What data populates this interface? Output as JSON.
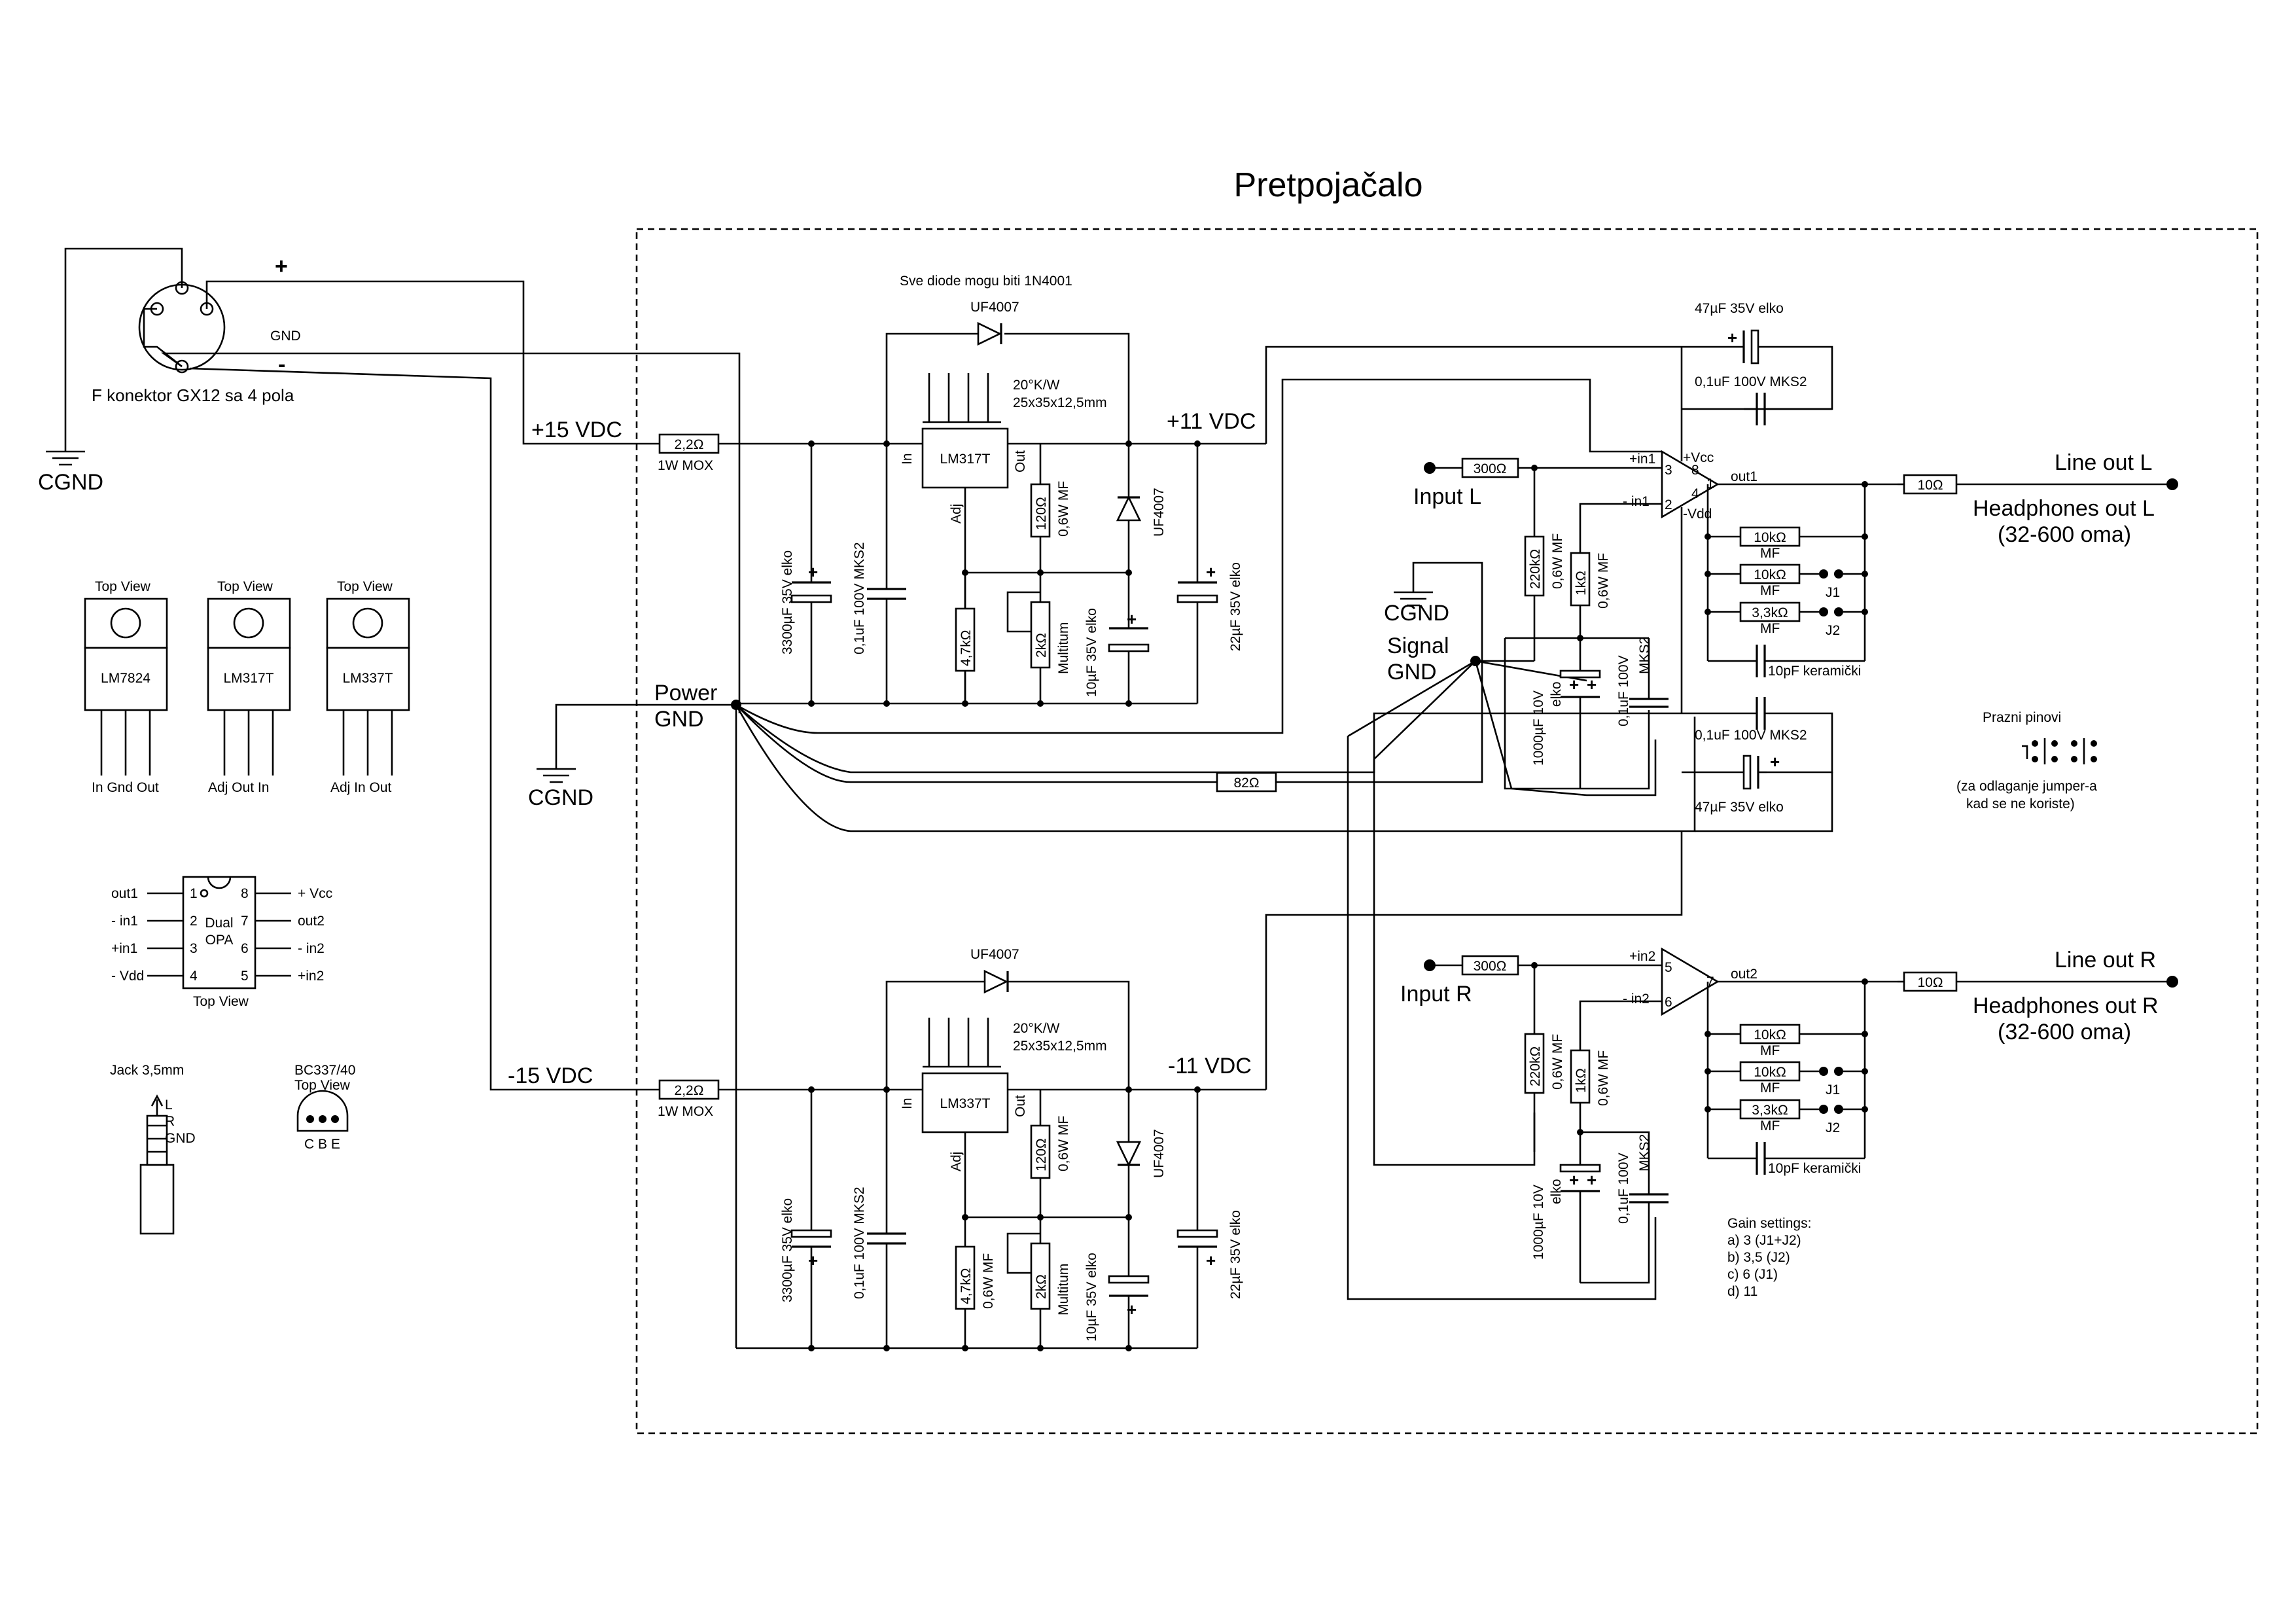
{
  "title": "Pretpojačalo",
  "note_diodes": "Sve diode mogu biti 1N4001",
  "connector": {
    "label": "F konektor GX12 sa 4 pola",
    "plus": "+",
    "minus": "-",
    "gnd": "GND",
    "cgnd": "CGND"
  },
  "rails": {
    "pos_in": "+15 VDC",
    "neg_in": "-15 VDC",
    "pos_out": "+11 VDC",
    "neg_out": "-11 VDC"
  },
  "power_gnd": {
    "line1": "Power",
    "line2": "GND",
    "cgnd": "CGND"
  },
  "pos_reg": {
    "diode": "UF4007",
    "reg": "LM317T",
    "heatsink1": "20°K/W",
    "heatsink2": "25x35x12,5mm",
    "r_in": "2,2Ω",
    "r_in_type": "1W MOX",
    "pin_in": "In",
    "pin_out": "Out",
    "pin_adj": "Adj",
    "c_big": "3300µF 35V elko",
    "c_film": "0,1uF 100V MKS2",
    "r_adj": "120Ω",
    "r_adj_type": "0,6W MF",
    "r_low": "4,7kΩ",
    "pot": "2kΩ",
    "pot_type": "Multitum",
    "c_adj": "10µF 35V elko",
    "diode_v": "UF4007",
    "c_out": "22µF 35V elko"
  },
  "neg_reg": {
    "diode": "UF4007",
    "reg": "LM337T",
    "heatsink1": "20°K/W",
    "heatsink2": "25x35x12,5mm",
    "r_in": "2,2Ω",
    "r_in_type": "1W MOX",
    "pin_in": "In",
    "pin_out": "Out",
    "pin_adj": "Adj",
    "c_big": "3300µF 35V elko",
    "c_film": "0,1uF 100V MKS2",
    "r_adj": "120Ω",
    "r_adj_type": "0,6W MF",
    "r_low": "4,7kΩ",
    "r_low_type": "0,6W MF",
    "pot": "2kΩ",
    "pot_type": "Multitum",
    "c_adj": "10µF 35V elko",
    "diode_v": "UF4007",
    "c_out": "22µF 35V elko"
  },
  "r82": "82Ω",
  "signal_gnd": {
    "cgnd": "CGND",
    "line1": "Signal",
    "line2": "GND"
  },
  "left_ch": {
    "input": "Input L",
    "r_in": "300Ω",
    "r_bias": "220kΩ",
    "r_bias_type": "0,6W MF",
    "r_gnd": "1kΩ",
    "r_gnd_type": "0,6W MF",
    "c_elko": "1000µF 10V",
    "c_elko2": "elko",
    "c_film": "0,1uF 100V",
    "c_film2": "MKS2",
    "pin_in_p": "+in1",
    "pin_in_n": "- in1",
    "pin_vcc": "+Vcc",
    "pin_vdd": "-Vdd",
    "pin_out": "out1",
    "pin8": "8",
    "pin3": "3",
    "pin4": "4",
    "pin2": "2",
    "pin1": "1",
    "rf1": "10kΩ",
    "rf2": "10kΩ",
    "rf3": "3,3kΩ",
    "mf": "MF",
    "j1": "J1",
    "j2": "J2",
    "cf": "10pF keramički",
    "r_out": "10Ω",
    "line_out": "Line out L",
    "hp_out": "Headphones out L",
    "hp_range": "(32-600 oma)"
  },
  "decoupling": {
    "top_elko": "47µF 35V elko",
    "top_film": "0,1uF 100V MKS2",
    "bot_film": "0,1uF 100V MKS2",
    "bot_elko": "47µF 35V elko"
  },
  "right_ch": {
    "input": "Input R",
    "r_in": "300Ω",
    "r_bias": "220kΩ",
    "r_bias_type": "0,6W MF",
    "r_gnd": "1kΩ",
    "r_gnd_type": "0,6W MF",
    "c_elko": "1000µF 10V",
    "c_elko2": "elko",
    "c_film": "0,1uF 100V",
    "c_film2": "MKS2",
    "pin_in_p": "+in2",
    "pin_in_n": "- in2",
    "pin5": "5",
    "pin6": "6",
    "pin7": "7",
    "pin_out": "out2",
    "rf1": "10kΩ",
    "rf2": "10kΩ",
    "rf3": "3,3kΩ",
    "mf": "MF",
    "j1": "J1",
    "j2": "J2",
    "cf": "10pF keramički",
    "r_out": "10Ω",
    "line_out": "Line out R",
    "hp_out": "Headphones out R",
    "hp_range": "(32-600 oma)"
  },
  "spare": {
    "title": "Prazni pinovi",
    "note1": "(za odlaganje jumper-a",
    "note2": "kad se ne koriste)"
  },
  "gain": {
    "title": "Gain settings:",
    "a": "a) 3  (J1+J2)",
    "b": "b) 3,5  (J2)",
    "c": "c) 6  (J1)",
    "d": "d) 11"
  },
  "packages": {
    "top_view": "Top View",
    "p1": {
      "name": "LM7824",
      "pins": "In  Gnd  Out"
    },
    "p2": {
      "name": "LM317T",
      "pins": "Adj  Out   In"
    },
    "p3": {
      "name": "LM337T",
      "pins": "Adj   In  Out"
    }
  },
  "opa": {
    "name1": "Dual",
    "name2": "OPA",
    "top_view": "Top View",
    "l1": "out1",
    "l2": "- in1",
    "l3": "+in1",
    "l4": "- Vdd",
    "r8": "+ Vcc",
    "r7": "out2",
    "r6": "- in2",
    "r5": "+in2",
    "n1": "1",
    "n2": "2",
    "n3": "3",
    "n4": "4",
    "n5": "5",
    "n6": "6",
    "n7": "7",
    "n8": "8"
  },
  "jack": {
    "title": "Jack 3,5mm",
    "l": "L",
    "r": "R",
    "gnd": "GND"
  },
  "bc": {
    "title": "BC337/40",
    "top_view": "Top View",
    "pins": "C B E"
  }
}
